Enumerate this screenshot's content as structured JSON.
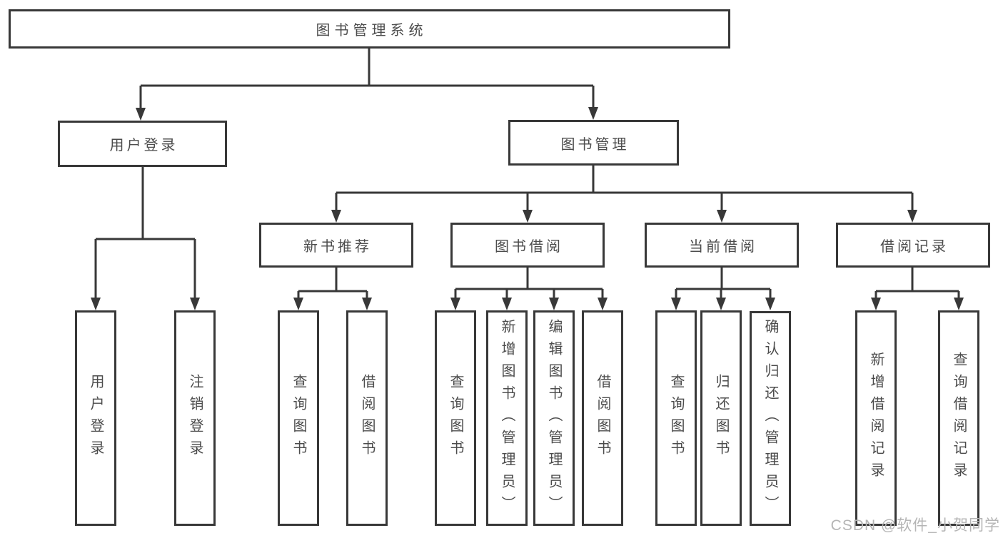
{
  "diagram": {
    "root": {
      "label": "图书管理系统"
    },
    "level2": [
      {
        "id": "user-login",
        "label": "用户登录",
        "parent": "图书管理系统"
      },
      {
        "id": "book-management",
        "label": "图书管理",
        "parent": "图书管理系统"
      }
    ],
    "level3": [
      {
        "id": "new-book-recommendation",
        "label": "新书推荐",
        "parent": "图书管理"
      },
      {
        "id": "book-borrowing",
        "label": "图书借阅",
        "parent": "图书管理"
      },
      {
        "id": "current-borrowing",
        "label": "当前借阅",
        "parent": "图书管理"
      },
      {
        "id": "borrowing-records",
        "label": "借阅记录",
        "parent": "图书管理"
      }
    ],
    "leaves": [
      {
        "label": "用户登录",
        "parent": "用户登录"
      },
      {
        "label": "注销登录",
        "parent": "用户登录"
      },
      {
        "label": "查询图书",
        "parent": "新书推荐"
      },
      {
        "label": "借阅图书",
        "parent": "新书推荐"
      },
      {
        "label": "查询图书",
        "parent": "图书借阅"
      },
      {
        "label": "新增图书（管理员）",
        "parent": "图书借阅"
      },
      {
        "label": "编辑图书（管理员）",
        "parent": "图书借阅"
      },
      {
        "label": "借阅图书",
        "parent": "图书借阅"
      },
      {
        "label": "查询图书",
        "parent": "当前借阅"
      },
      {
        "label": "归还图书",
        "parent": "当前借阅"
      },
      {
        "label": "确认归还（管理员）",
        "parent": "当前借阅"
      },
      {
        "label": "新增借阅记录",
        "parent": "借阅记录"
      },
      {
        "label": "查询借阅记录",
        "parent": "借阅记录"
      }
    ]
  },
  "watermark": {
    "text": "CSDN @软件_小贺同学"
  },
  "colors": {
    "line": "#383838",
    "text": "#4c4c4c",
    "box_fill": "#ffffff",
    "background": "#ffffff",
    "watermark": "#b5b5b5"
  }
}
